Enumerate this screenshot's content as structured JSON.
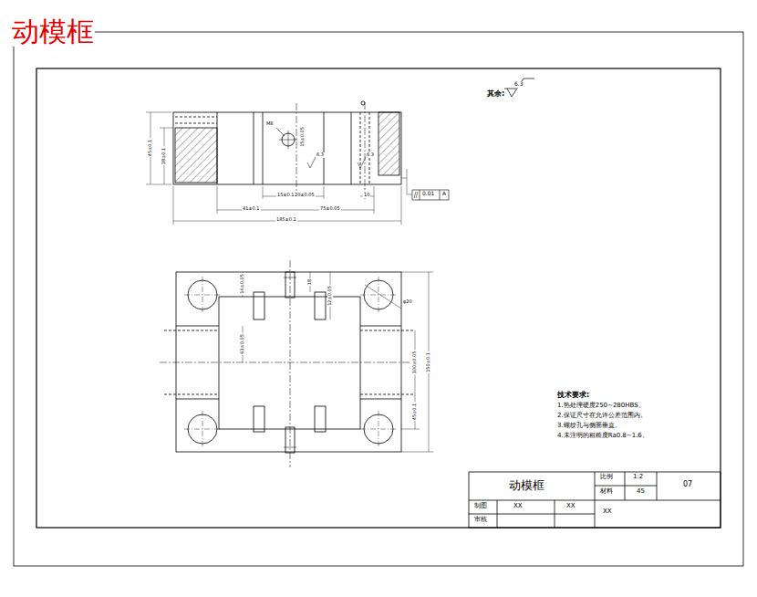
{
  "diagram": {
    "title": "动模框",
    "labels": [
      "其余:",
      "6.3",
      "0.01",
      "A",
      "技术要求:",
      "1.热处理硬度250~280HBS。",
      "2.保证尺寸在允许公差范围内。",
      "3.螺纹孔与侧面垂直。",
      "4.未注明的粗糙度Ra0.8~1.6。",
      "动模框",
      "比例",
      "1:2",
      "材料",
      "45",
      "07",
      "制图",
      "XX",
      "XX",
      "审核",
      "XX",
      "15±0.1",
      "20±0.05",
      "41±0.1",
      "75±0.05",
      "185±0.1",
      "45±0.1",
      "38±0.1",
      "10",
      "M8",
      "15±0.05",
      "6.3",
      "6.3",
      "14±0.05",
      "18",
      "12±0.05",
      "63±0.05",
      "100±0.05",
      "150±0.1",
      "45±0.1",
      "φ20"
    ]
  }
}
